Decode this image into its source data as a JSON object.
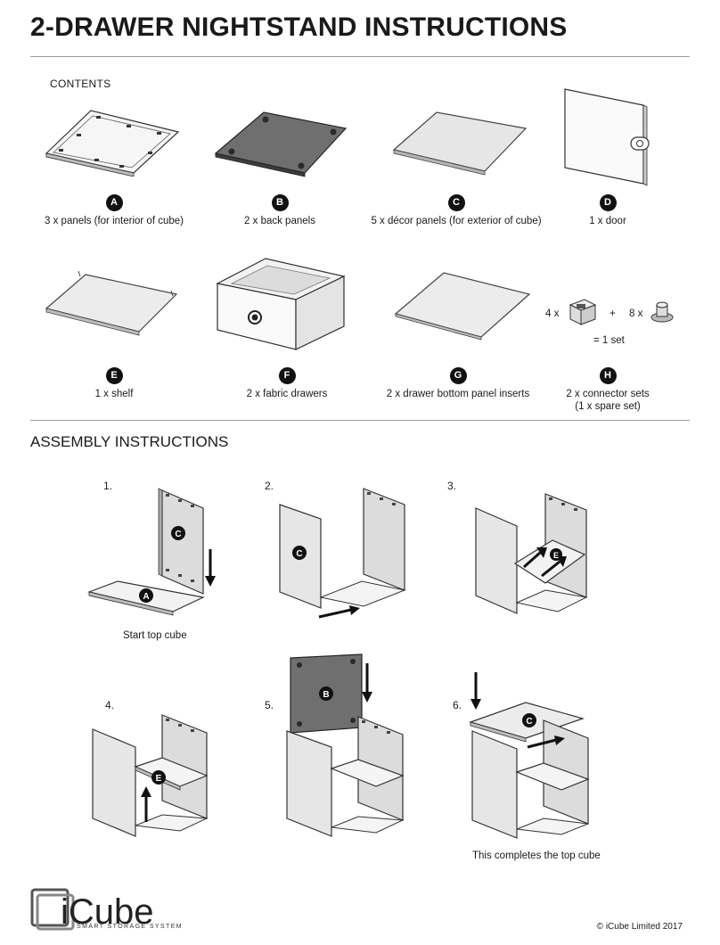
{
  "title": "2-DRAWER NIGHTSTAND INSTRUCTIONS",
  "contents": {
    "label": "CONTENTS",
    "items": [
      {
        "letter": "A",
        "caption": "3 x panels (for interior of cube)"
      },
      {
        "letter": "B",
        "caption": "2 x back panels"
      },
      {
        "letter": "C",
        "caption": "5 x décor panels (for exterior of cube)"
      },
      {
        "letter": "D",
        "caption": "1 x door"
      },
      {
        "letter": "E",
        "caption": "1 x shelf"
      },
      {
        "letter": "F",
        "caption": "2 x fabric drawers"
      },
      {
        "letter": "G",
        "caption": "2 x drawer bottom panel inserts"
      },
      {
        "letter": "H",
        "caption": "2 x connector sets",
        "caption2": "(1 x spare set)"
      }
    ],
    "connector": {
      "qty_a": "4 x",
      "plus": "+",
      "qty_b": "8 x",
      "equals": "= 1 set"
    }
  },
  "assembly": {
    "heading": "ASSEMBLY INSTRUCTIONS",
    "steps": [
      {
        "num": "1.",
        "caption": "Start top cube",
        "labels": [
          "C",
          "A"
        ]
      },
      {
        "num": "2.",
        "caption": "",
        "labels": [
          "C"
        ]
      },
      {
        "num": "3.",
        "caption": "",
        "labels": [
          "E"
        ]
      },
      {
        "num": "4.",
        "caption": "",
        "labels": [
          "E"
        ]
      },
      {
        "num": "5.",
        "caption": "",
        "labels": [
          "B"
        ]
      },
      {
        "num": "6.",
        "caption": "This completes the top cube",
        "labels": [
          "C"
        ]
      }
    ]
  },
  "footer": {
    "logo_text": "iCube",
    "logo_sub": "SMART STORAGE SYSTEM",
    "copyright": "© iCube Limited 2017"
  }
}
